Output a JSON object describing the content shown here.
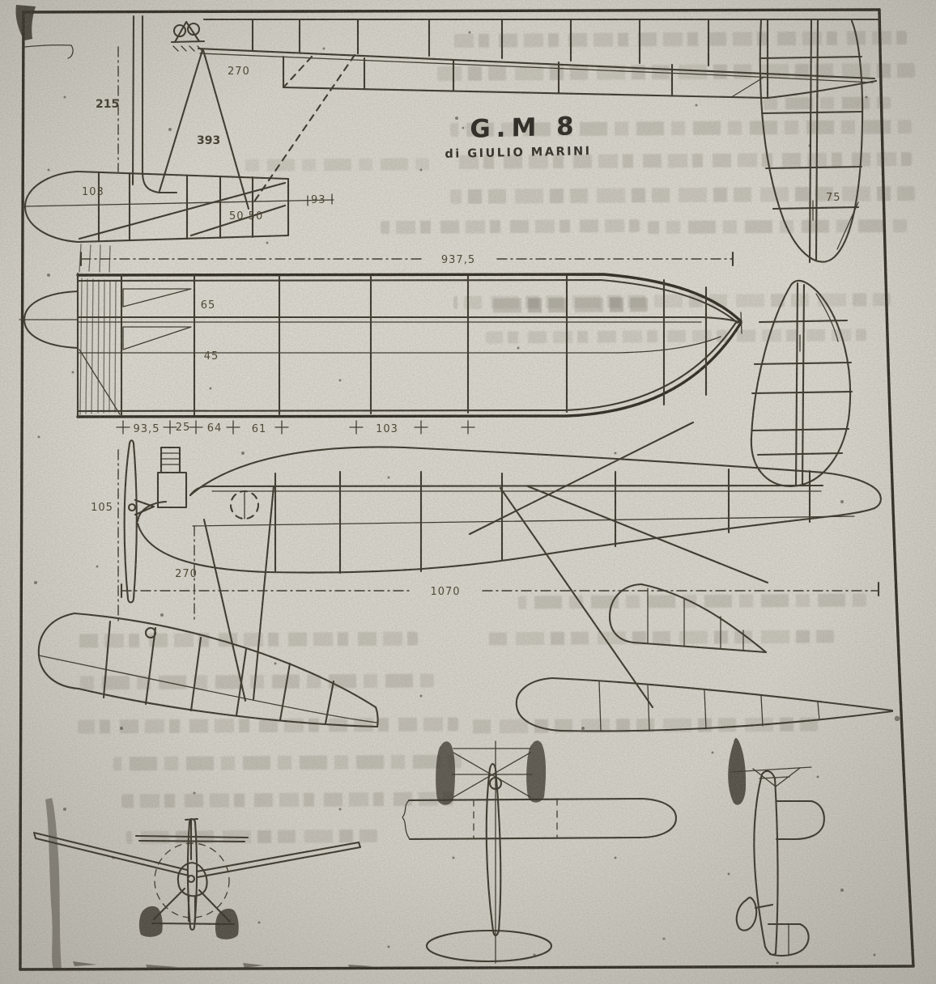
{
  "page": {
    "title": "G.M 8",
    "byline": "di GIULIO MARINI"
  },
  "dims": {
    "d215": "215",
    "d270_top": "270",
    "d393": "393",
    "d103": "103",
    "d50_50": "50  50",
    "d93": "93",
    "d75": "75",
    "d937_5": "937,5",
    "spacing_row": [
      "93,5",
      "25",
      "64",
      "61",
      "103"
    ],
    "d65": "65",
    "d45": "45",
    "d105": "105",
    "d270_side": "270",
    "d1070": "1070"
  },
  "colors": {
    "paper": "#d8d5cc",
    "ink": "#3a352a"
  }
}
